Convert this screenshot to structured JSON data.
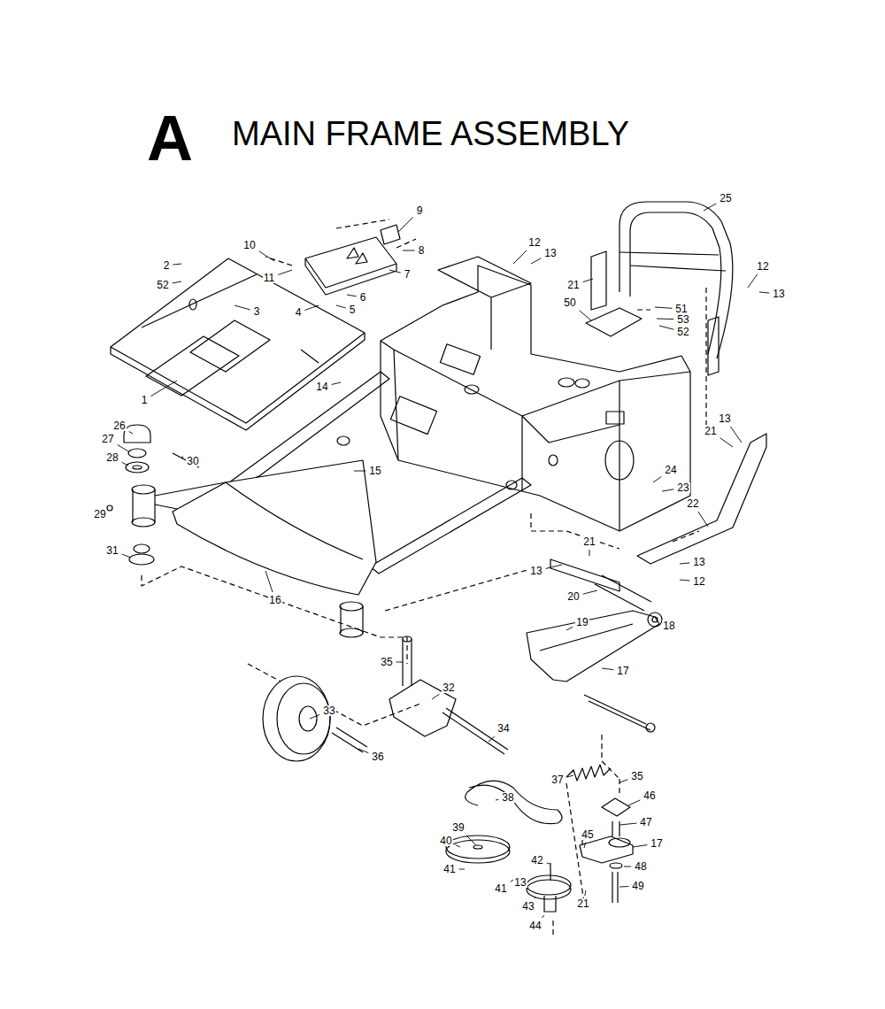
{
  "diagram": {
    "title": "MAIN FRAME ASSEMBLY",
    "labels": [
      "A",
      "9",
      "12",
      "25",
      "10",
      "8",
      "13",
      "2",
      "12",
      "11",
      "7",
      "21",
      "52",
      "13",
      "3",
      "6",
      "50",
      "51",
      "4",
      "5",
      "53",
      "52",
      "14",
      "1",
      "26",
      "27",
      "13",
      "21",
      "28",
      "30",
      "15",
      "24",
      "23",
      "22",
      "29",
      "21",
      "31",
      "13",
      "13",
      "12",
      "20",
      "16",
      "19",
      "18",
      "17",
      "35",
      "32",
      "33",
      "34",
      "36",
      "37",
      "35",
      "38",
      "46",
      "39",
      "47",
      "45",
      "40",
      "17",
      "42",
      "41",
      "13",
      "48",
      "41",
      "21",
      "49",
      "43",
      "44"
    ]
  }
}
